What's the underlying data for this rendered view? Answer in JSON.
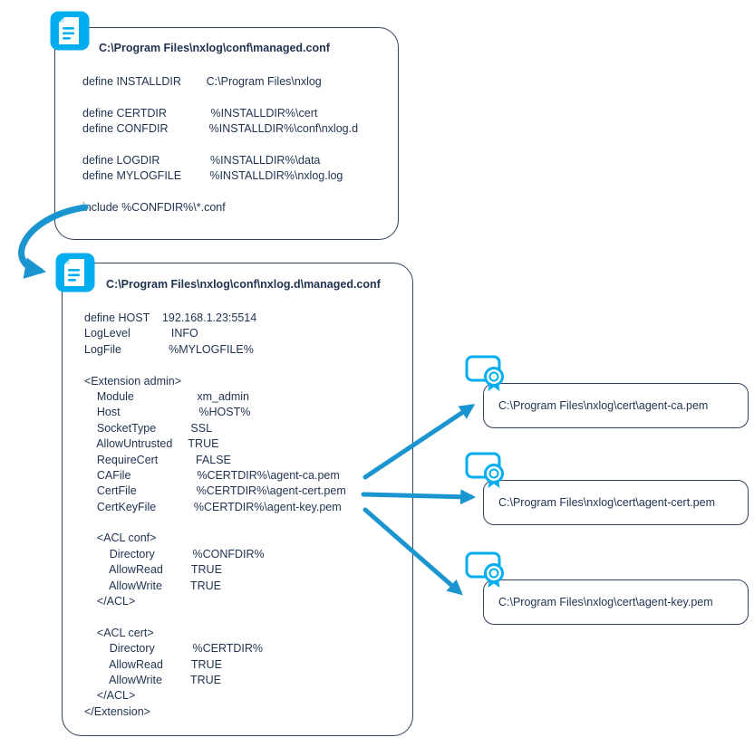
{
  "colors": {
    "cyan": "#00AEEF",
    "arrow": "#1B95D0",
    "text": "#1F3250",
    "border": "#33415C"
  },
  "managed_conf": {
    "title": "C:\\Program Files\\nxlog\\conf\\managed.conf",
    "lines": [
      "define INSTALLDIR        C:\\Program Files\\nxlog",
      "",
      "define CERTDIR              %INSTALLDIR%\\cert",
      "define CONFDIR             %INSTALLDIR%\\conf\\nxlog.d",
      "",
      "define LOGDIR                %INSTALLDIR%\\data",
      "define MYLOGFILE         %INSTALLDIR%\\nxlog.log",
      "",
      "include %CONFDIR%\\*.conf"
    ]
  },
  "nxlogd_conf": {
    "title": "C:\\Program Files\\nxlog\\conf\\nxlog.d\\managed.conf",
    "lines": [
      "define HOST    192.168.1.23:5514",
      "LogLevel             INFO",
      "LogFile               %MYLOGFILE%",
      "",
      "<Extension admin>",
      "    Module                    xm_admin",
      "    Host                         %HOST%",
      "    SocketType           SSL",
      "    AllowUntrusted     TRUE",
      "    RequireCert            FALSE",
      "    CAFile                     %CERTDIR%\\agent-ca.pem",
      "    CertFile                   %CERTDIR%\\agent-cert.pem",
      "    CertKeyFile            %CERTDIR%\\agent-key.pem",
      "",
      "    <ACL conf>",
      "        Directory            %CONFDIR%",
      "        AllowRead         TRUE",
      "        AllowWrite         TRUE",
      "    </ACL>",
      "",
      "    <ACL cert>",
      "        Directory            %CERTDIR%",
      "        AllowRead         TRUE",
      "        AllowWrite         TRUE",
      "    </ACL>",
      "</Extension>"
    ]
  },
  "cert_files": [
    {
      "label": "C:\\Program Files\\nxlog\\cert\\agent-ca.pem"
    },
    {
      "label": "C:\\Program Files\\nxlog\\cert\\agent-cert.pem"
    },
    {
      "label": "C:\\Program Files\\nxlog\\cert\\agent-key.pem"
    }
  ],
  "icons": {
    "document": "document-icon",
    "certificate": "certificate-rosette-icon"
  }
}
